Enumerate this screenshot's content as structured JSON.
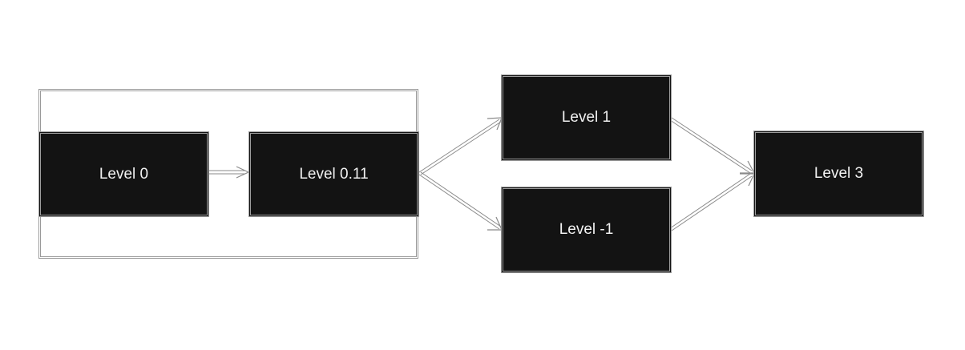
{
  "diagram": {
    "nodes": [
      {
        "id": "level-0",
        "label": "Level 0"
      },
      {
        "id": "level-011",
        "label": "Level 0.11"
      },
      {
        "id": "level-1",
        "label": "Level 1"
      },
      {
        "id": "level-m1",
        "label": "Level -1"
      },
      {
        "id": "level-3",
        "label": "Level 3"
      }
    ],
    "edges": [
      {
        "from": "level-0",
        "to": "level-011"
      },
      {
        "from": "level-011",
        "to": "level-1"
      },
      {
        "from": "level-011",
        "to": "level-m1"
      },
      {
        "from": "level-1",
        "to": "level-3"
      },
      {
        "from": "level-m1",
        "to": "level-3"
      }
    ],
    "groups": [
      {
        "members": [
          "level-0",
          "level-011"
        ]
      }
    ],
    "colors": {
      "node_fill": "#131313",
      "node_border": "#9c9c9c",
      "node_text": "#f2f2f2",
      "edge": "#8a8a8a",
      "background": "#ffffff"
    }
  }
}
